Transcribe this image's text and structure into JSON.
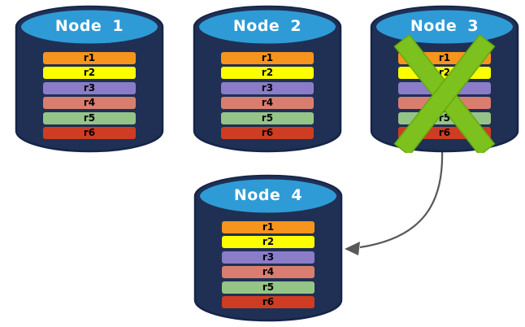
{
  "diagram": {
    "background": "#FFFFFF",
    "nodes": [
      {
        "label": "Node 1",
        "failed": false
      },
      {
        "label": "Node 2",
        "failed": false
      },
      {
        "label": "Node 3",
        "failed": true
      },
      {
        "label": "Node 4",
        "failed": false
      }
    ],
    "rows": [
      {
        "label": "r1",
        "color": "#F7941D"
      },
      {
        "label": "r2",
        "color": "#FDFF00"
      },
      {
        "label": "r3",
        "color": "#8B7CC8"
      },
      {
        "label": "r4",
        "color": "#D97E6E"
      },
      {
        "label": "r5",
        "color": "#95C487"
      },
      {
        "label": "r6",
        "color": "#CE3D23"
      }
    ],
    "colors": {
      "cylinder_body": "#1F3054",
      "cylinder_outline": "#14244A",
      "cylinder_top": "#2E9BD6",
      "title_text": "#FFFFFF",
      "row_text": "#000000",
      "x_mark": "#7CC11E",
      "x_mark_outline": "#68A90F",
      "arrow": "#595959"
    },
    "failure_icon": "x-mark",
    "arrow": {
      "from": "Node 3",
      "to": "Node 4"
    }
  }
}
